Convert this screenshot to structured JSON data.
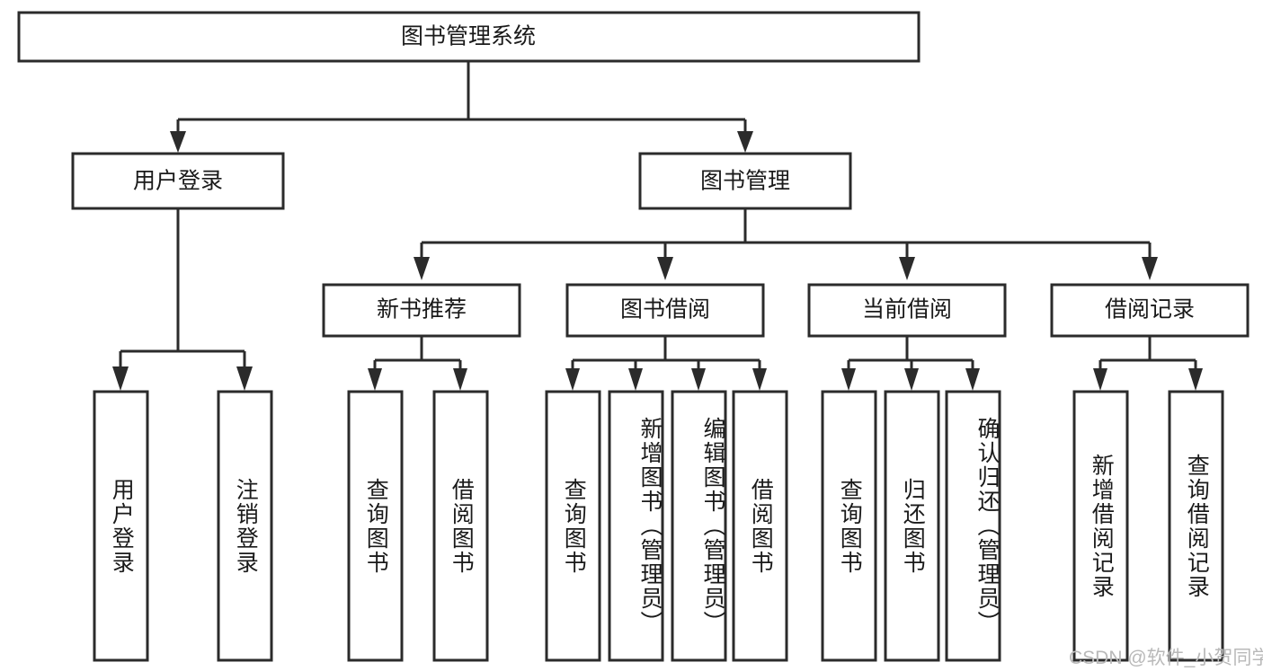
{
  "diagram": {
    "type": "tree-hierarchy-chart",
    "title_node": {
      "label": "图书管理系统"
    },
    "level2": [
      {
        "id": "user-login",
        "label": "用户登录"
      },
      {
        "id": "book-management",
        "label": "图书管理"
      }
    ],
    "level3": [
      {
        "id": "new-book-recommend",
        "label": "新书推荐"
      },
      {
        "id": "book-borrow",
        "label": "图书借阅"
      },
      {
        "id": "current-borrow",
        "label": "当前借阅"
      },
      {
        "id": "borrow-record",
        "label": "借阅记录"
      }
    ],
    "leaves": {
      "user_login": [
        {
          "id": "leaf-user-login",
          "label": "用户登录"
        },
        {
          "id": "leaf-logout-login",
          "label": "注销登录"
        }
      ],
      "new_book_recommend": [
        {
          "id": "leaf-query-book-1",
          "label": "查询图书"
        },
        {
          "id": "leaf-borrow-book-1",
          "label": "借阅图书"
        }
      ],
      "book_borrow": [
        {
          "id": "leaf-query-book-2",
          "label": "查询图书"
        },
        {
          "id": "leaf-add-book",
          "label": "新增图书（管理员）"
        },
        {
          "id": "leaf-edit-book",
          "label": "编辑图书（管理员）"
        },
        {
          "id": "leaf-borrow-book-2",
          "label": "借阅图书"
        }
      ],
      "current_borrow": [
        {
          "id": "leaf-query-book-3",
          "label": "查询图书"
        },
        {
          "id": "leaf-return-book",
          "label": "归还图书"
        },
        {
          "id": "leaf-confirm-return",
          "label": "确认归还（管理员）"
        }
      ],
      "borrow_record": [
        {
          "id": "leaf-add-borrow-record",
          "label": "新增借阅记录"
        },
        {
          "id": "leaf-query-borrow-record",
          "label": "查询借阅记录"
        }
      ]
    },
    "watermark": {
      "text": "CSDN @软件_小贺同学"
    },
    "colors": {
      "box_stroke": "#2b2b2b",
      "box_fill": "#ffffff",
      "text": "#1a1a1a",
      "background": "#ffffff",
      "watermark": "#b9b9b9"
    }
  }
}
